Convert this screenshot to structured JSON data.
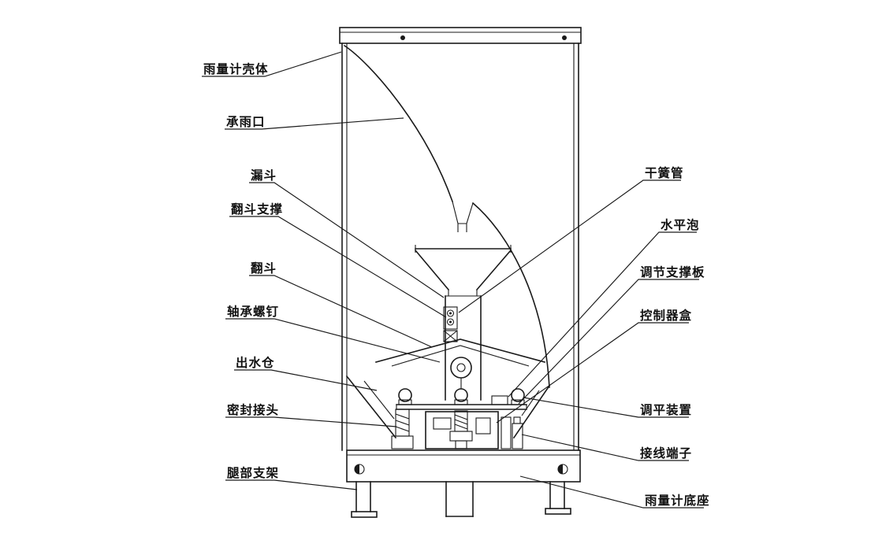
{
  "labels_left": [
    {
      "text": "雨量计壳体"
    },
    {
      "text": "承雨口"
    },
    {
      "text": "漏斗"
    },
    {
      "text": "翻斗支撑"
    },
    {
      "text": "翻斗"
    },
    {
      "text": "轴承螺钉"
    },
    {
      "text": "出水仓"
    },
    {
      "text": "密封接头"
    },
    {
      "text": "腿部支架"
    }
  ],
  "labels_right": [
    {
      "text": "干簧管"
    },
    {
      "text": "水平泡"
    },
    {
      "text": "调节支撑板"
    },
    {
      "text": "控制器盒"
    },
    {
      "text": "调平装置"
    },
    {
      "text": "接线端子"
    },
    {
      "text": "雨量计底座"
    }
  ],
  "colors": {
    "line": "#1a1a1a",
    "background": "#ffffff",
    "text": "#111111"
  }
}
